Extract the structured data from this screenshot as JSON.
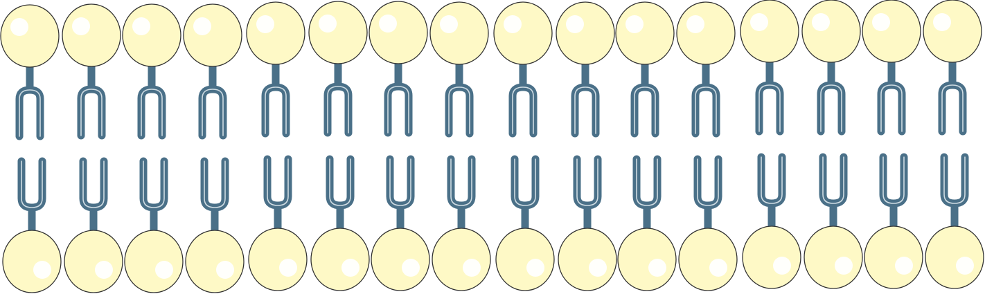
{
  "diagram": {
    "subject": "phospholipid-bilayer",
    "upper_leaflet_count": 16,
    "lower_leaflet_count": 16,
    "colors": {
      "head_fill": "#fef9c6",
      "head_stroke": "#333333",
      "head_highlight": "#ffffff",
      "tail_outer": "#4a7088",
      "tail_inner": "#dde7ec",
      "background": "#ffffff"
    }
  }
}
